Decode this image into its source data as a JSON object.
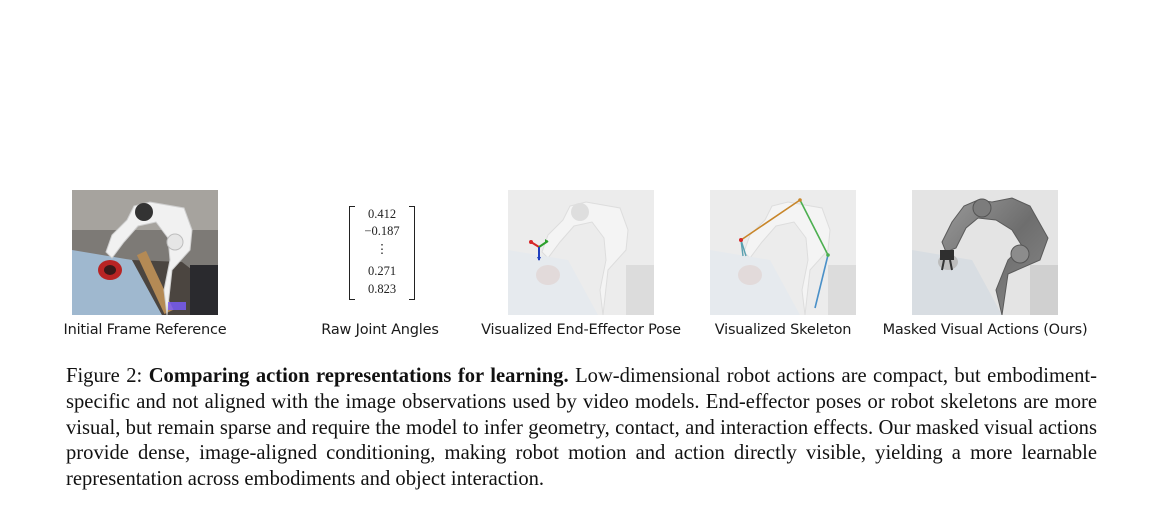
{
  "panels": [
    {
      "caption": "Initial Frame Reference"
    },
    {
      "caption": "Raw Joint Angles"
    },
    {
      "caption": "Visualized End-Effector Pose"
    },
    {
      "caption": "Visualized Skeleton"
    },
    {
      "caption": "Masked Visual Actions (Ours)"
    }
  ],
  "joint_vector": {
    "v1": "0.412",
    "v2": "−0.187",
    "dots": "⋮",
    "v3": "0.271",
    "v4": "0.823"
  },
  "figure": {
    "label": "Figure 2:",
    "title": "Comparing action representations for learning.",
    "body": "Low-dimensional robot actions are compact, but embodiment-specific and not aligned with the image observations used by video models. End-effector poses or robot skeletons are more visual, but remain sparse and require the model to infer geometry, contact, and interaction effects. Our masked visual actions provide dense, image-aligned conditioning, making robot motion and action directly visible, yielding a more learnable representation across embodiments and object interaction."
  },
  "colors": {
    "axis_x": "#d62728",
    "axis_y": "#2ca02c",
    "axis_z": "#1f3fbf",
    "skeleton_upper": "#c8862a",
    "skeleton_mid": "#4caf50",
    "skeleton_lower": "#4a90c8"
  }
}
